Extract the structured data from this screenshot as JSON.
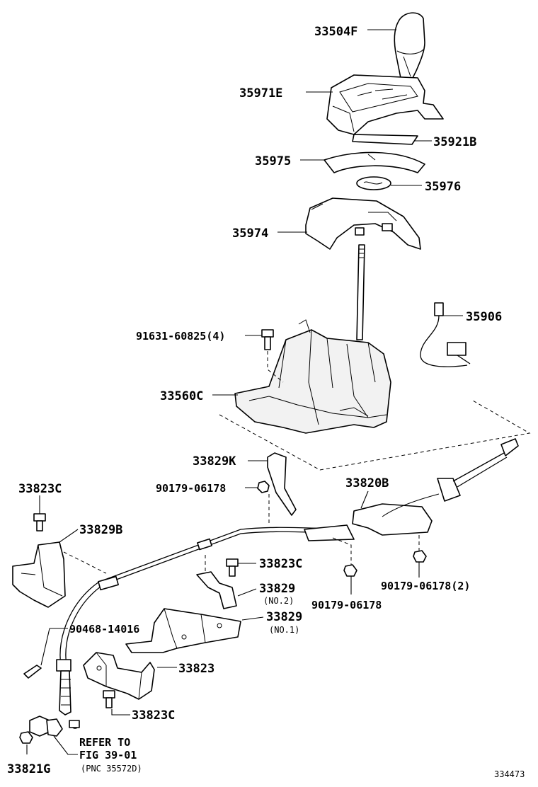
{
  "parts": {
    "knob": "33504F",
    "upper_panel": "35971E",
    "plate_b": "35921B",
    "indicator": "35975",
    "disc": "35976",
    "housing_cover": "35974",
    "bolt": "91631-60825(4)",
    "wire": "35906",
    "shift_lever_assy": "33560C",
    "bracket_k": "33829K",
    "nut_a": "90179-06178",
    "cable": "33820B",
    "bolt_c1": "33823C",
    "bracket_b": "33829B",
    "bolt_c2": "33823C",
    "bracket_no2": "33829",
    "bracket_no2_note": "(NO.2)",
    "nut_b": "90179-06178",
    "nut_c": "90179-06178(2)",
    "bracket_no1": "33829",
    "bracket_no1_note": "(NO.1)",
    "clip": "90468-14016",
    "support": "33823",
    "bolt_c3": "33823C",
    "refer_line1": "REFER TO",
    "refer_line2": "FIG 39-01",
    "refer_line3": "(PNC 35572D)",
    "bushing": "33821G"
  },
  "figure_number": "334473"
}
